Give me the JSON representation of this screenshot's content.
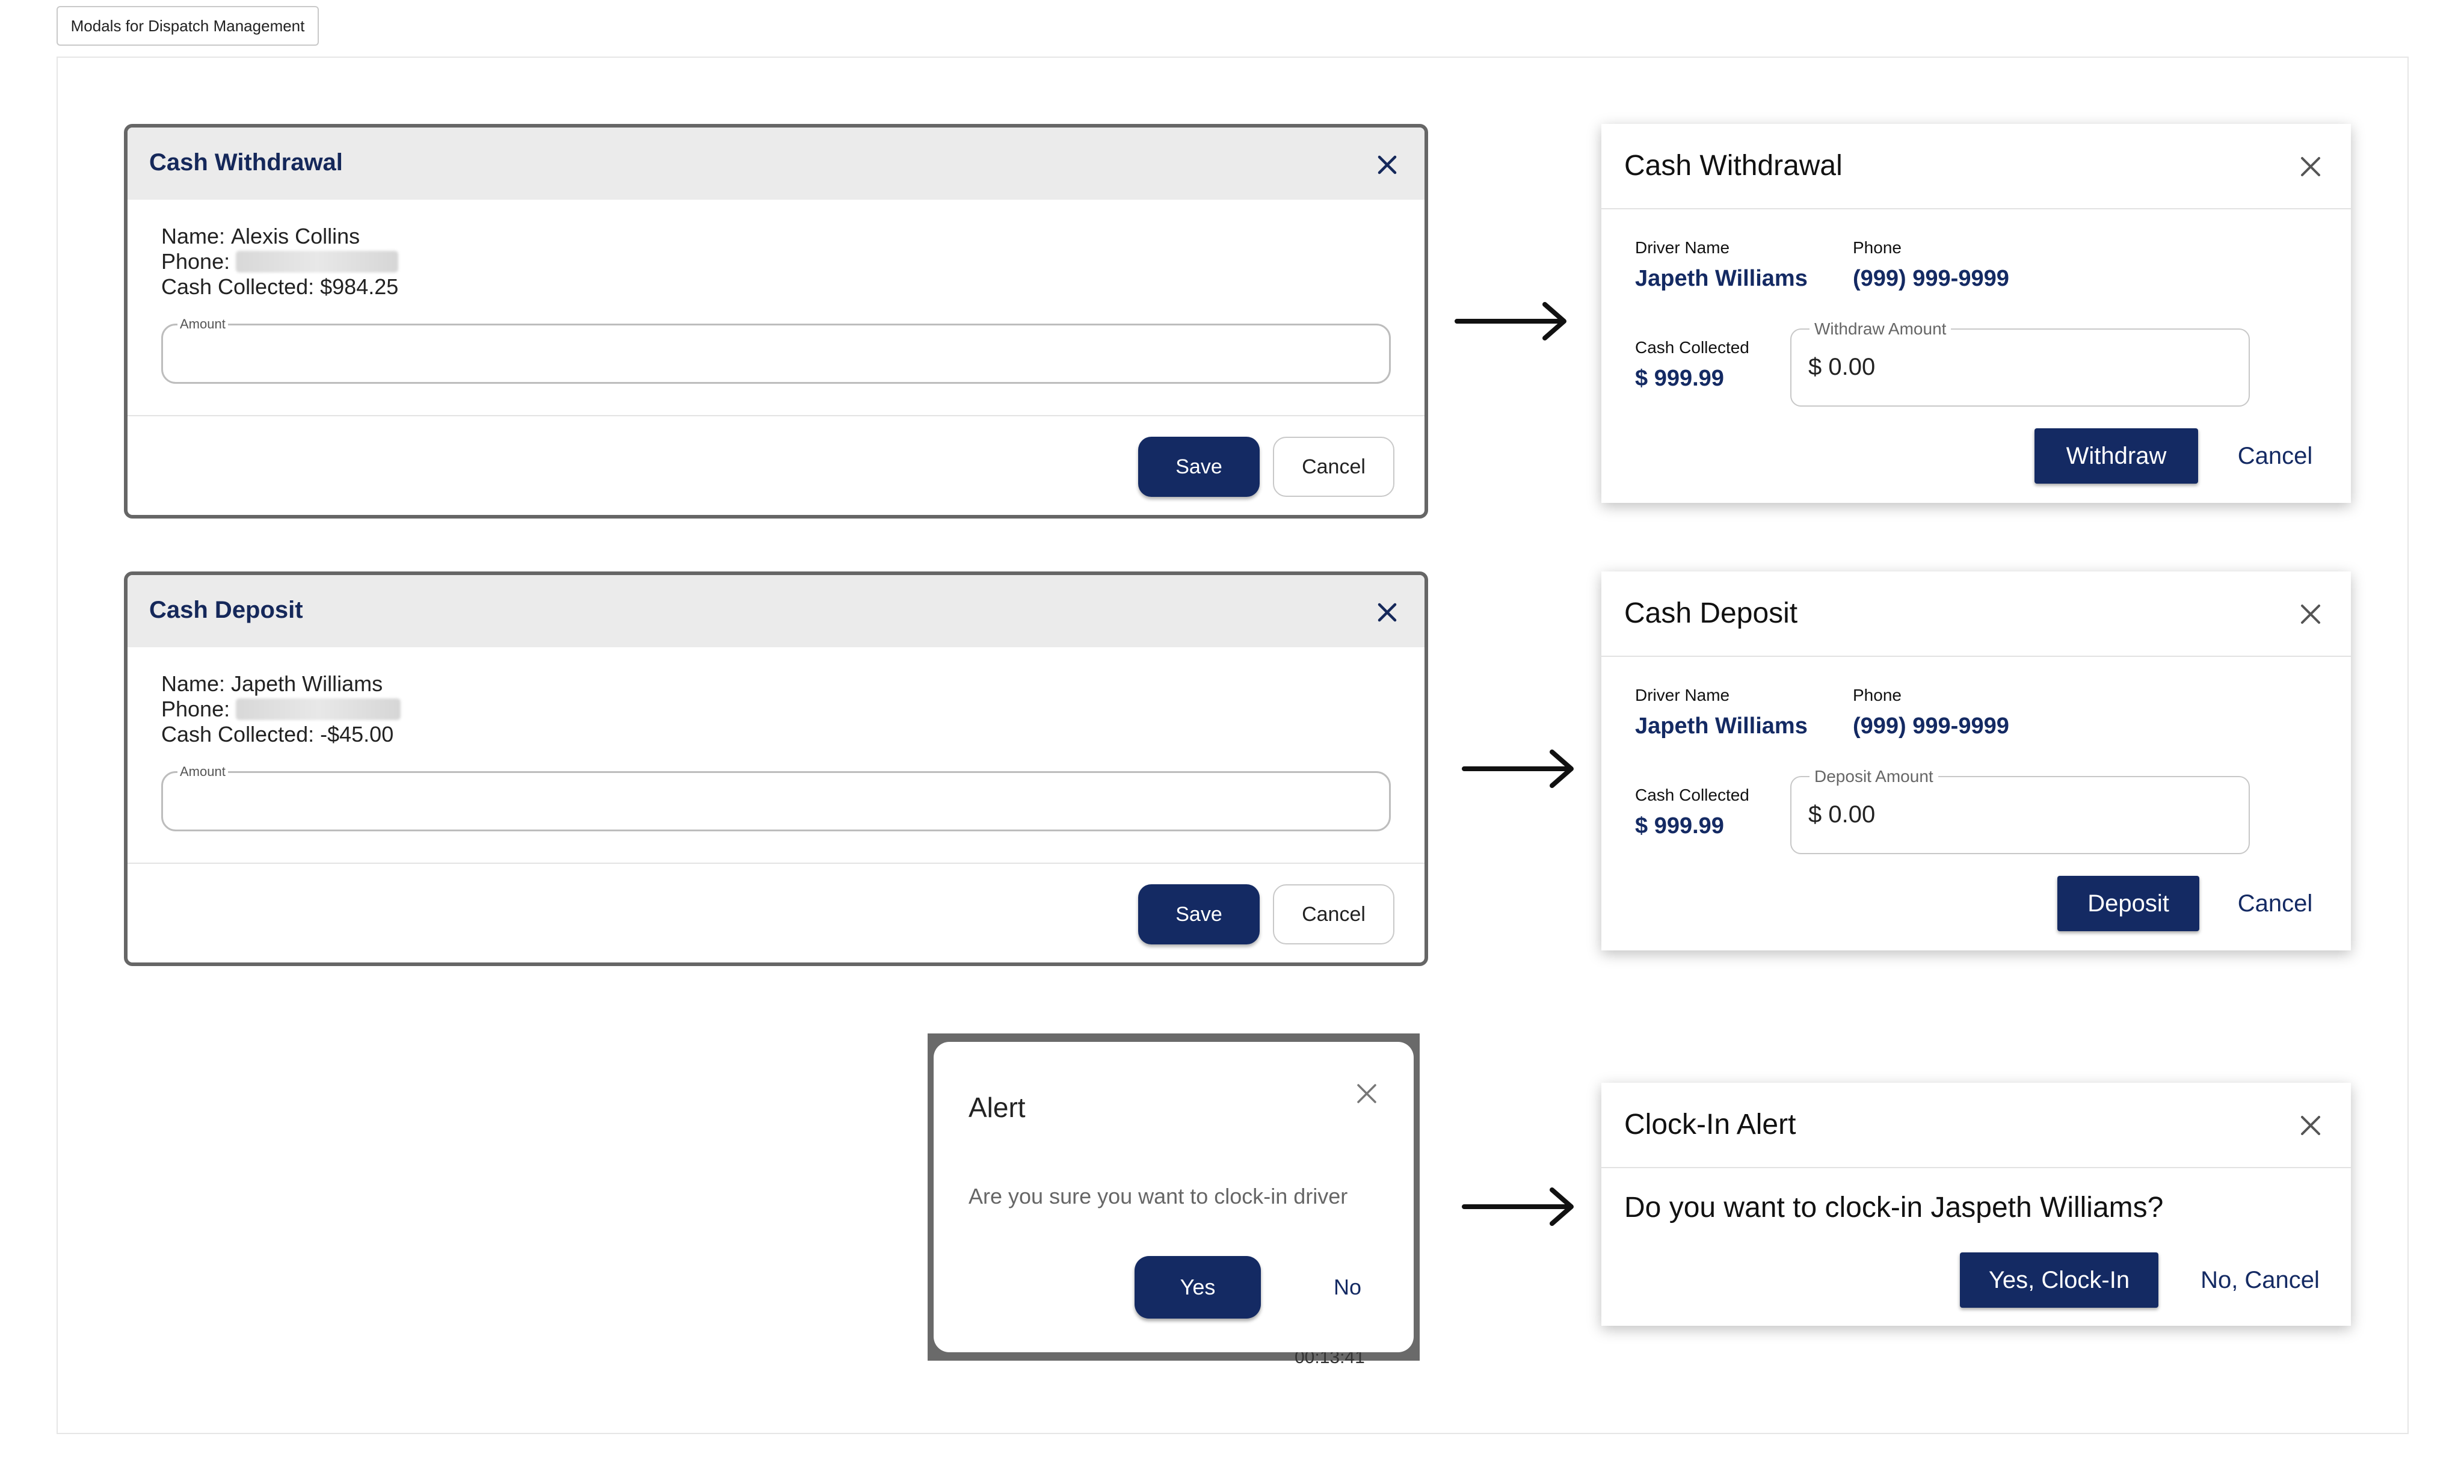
{
  "frame_label": "Modals for Dispatch Management",
  "old_withdrawal": {
    "title": "Cash Withdrawal",
    "name_label": "Name:",
    "name_value": "Alexis Collins",
    "phone_label": "Phone:",
    "cash_collected": "Cash Collected: $984.25",
    "amount_label": "Amount",
    "save_label": "Save",
    "cancel_label": "Cancel"
  },
  "old_deposit": {
    "title": "Cash Deposit",
    "name_line": "Name: Japeth Williams",
    "phone_label": "Phone:",
    "cash_collected": "Cash Collected: -$45.00",
    "amount_label": "Amount",
    "save_label": "Save",
    "cancel_label": "Cancel"
  },
  "old_alert": {
    "title": "Alert",
    "message": "Are you sure you want to clock-in driver",
    "yes_label": "Yes",
    "no_label": "No",
    "peek_text": "00:13:41"
  },
  "new_withdrawal": {
    "title": "Cash Withdrawal",
    "driver_name_caption": "Driver Name",
    "driver_name": "Japeth Williams",
    "phone_caption": "Phone",
    "phone": "(999) 999-9999",
    "cash_collected_caption": "Cash Collected",
    "cash_collected": "$ 999.99",
    "field_label": "Withdraw Amount",
    "field_value": "$ 0.00",
    "primary_label": "Withdraw",
    "cancel_label": "Cancel"
  },
  "new_deposit": {
    "title": "Cash Deposit",
    "driver_name_caption": "Driver Name",
    "driver_name": "Japeth Williams",
    "phone_caption": "Phone",
    "phone": "(999) 999-9999",
    "cash_collected_caption": "Cash Collected",
    "cash_collected": "$ 999.99",
    "field_label": "Deposit Amount",
    "field_value": "$ 0.00",
    "primary_label": "Deposit",
    "cancel_label": "Cancel"
  },
  "new_alert": {
    "title": "Clock-In Alert",
    "message": "Do you want to clock-in Jaspeth Williams?",
    "primary_label": "Yes, Clock-In",
    "cancel_label": "No, Cancel"
  },
  "colors": {
    "primary": "#142a63",
    "header_bg": "#ebebeb",
    "old_border": "#666666"
  },
  "icons": {
    "close": "close-icon",
    "arrow": "arrow-right-icon"
  }
}
